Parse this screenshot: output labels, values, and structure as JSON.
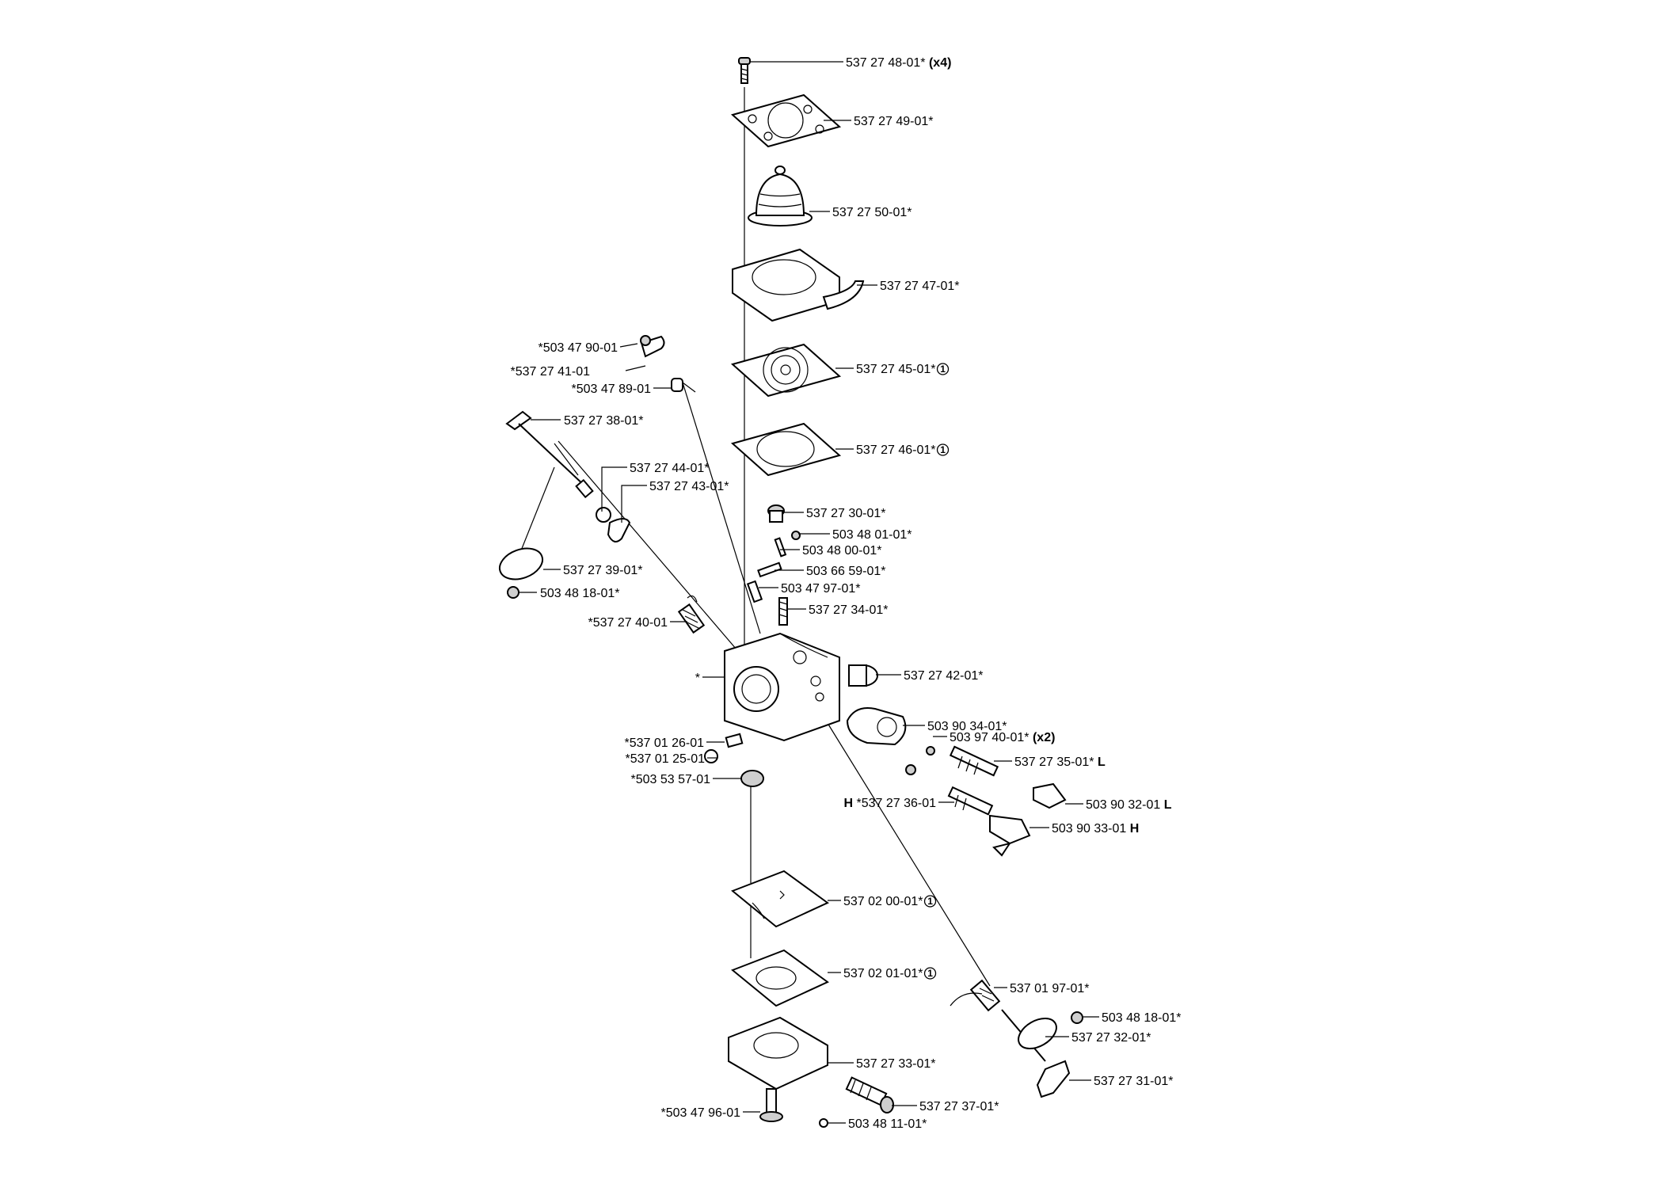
{
  "callouts": [
    {
      "id": "c1",
      "pre": "",
      "part": "537 27 48-01*",
      "suffix": "(x4)",
      "circled": ""
    },
    {
      "id": "c2",
      "pre": "",
      "part": "537 27 49-01*",
      "suffix": "",
      "circled": ""
    },
    {
      "id": "c3",
      "pre": "",
      "part": "537 27 50-01*",
      "suffix": "",
      "circled": ""
    },
    {
      "id": "c4",
      "pre": "",
      "part": "537 27 47-01*",
      "suffix": "",
      "circled": ""
    },
    {
      "id": "c5",
      "pre": "",
      "part": "537 27 45-01*",
      "suffix": "",
      "circled": "1"
    },
    {
      "id": "c6",
      "pre": "",
      "part": "537 27 46-01*",
      "suffix": "",
      "circled": "1"
    },
    {
      "id": "c7",
      "pre": "",
      "part": "*503 47 90-01",
      "suffix": "",
      "circled": ""
    },
    {
      "id": "c8",
      "pre": "",
      "part": "*537 27 41-01",
      "suffix": "",
      "circled": ""
    },
    {
      "id": "c9",
      "pre": "",
      "part": "*503 47 89-01",
      "suffix": "",
      "circled": ""
    },
    {
      "id": "c10",
      "pre": "",
      "part": "537 27 38-01*",
      "suffix": "",
      "circled": ""
    },
    {
      "id": "c11",
      "pre": "",
      "part": "537 27 44-01*",
      "suffix": "",
      "circled": ""
    },
    {
      "id": "c12",
      "pre": "",
      "part": "537 27 43-01*",
      "suffix": "",
      "circled": ""
    },
    {
      "id": "c13",
      "pre": "",
      "part": "537 27 30-01*",
      "suffix": "",
      "circled": ""
    },
    {
      "id": "c14",
      "pre": "",
      "part": "503 48 01-01*",
      "suffix": "",
      "circled": ""
    },
    {
      "id": "c15",
      "pre": "",
      "part": "503 48 00-01*",
      "suffix": "",
      "circled": ""
    },
    {
      "id": "c16",
      "pre": "",
      "part": "537 27 39-01*",
      "suffix": "",
      "circled": ""
    },
    {
      "id": "c17",
      "pre": "",
      "part": "503 66 59-01*",
      "suffix": "",
      "circled": ""
    },
    {
      "id": "c18",
      "pre": "",
      "part": "503 48 18-01*",
      "suffix": "",
      "circled": ""
    },
    {
      "id": "c19",
      "pre": "",
      "part": "503 47 97-01*",
      "suffix": "",
      "circled": ""
    },
    {
      "id": "c20",
      "pre": "",
      "part": "537 27 34-01*",
      "suffix": "",
      "circled": ""
    },
    {
      "id": "c21",
      "pre": "",
      "part": "*537 27 40-01",
      "suffix": "",
      "circled": ""
    },
    {
      "id": "c22",
      "pre": "",
      "part": "537 27 42-01*",
      "suffix": "",
      "circled": ""
    },
    {
      "id": "c23",
      "pre": "",
      "part": "*",
      "suffix": "",
      "circled": ""
    },
    {
      "id": "c24",
      "pre": "",
      "part": "503 90 34-01*",
      "suffix": "",
      "circled": ""
    },
    {
      "id": "c25",
      "pre": "",
      "part": "*537 01 26-01",
      "suffix": "",
      "circled": ""
    },
    {
      "id": "c26",
      "pre": "",
      "part": "503 97 40-01*",
      "suffix": "(x2)",
      "circled": ""
    },
    {
      "id": "c27",
      "pre": "",
      "part": "*537 01 25-01",
      "suffix": "",
      "circled": ""
    },
    {
      "id": "c28",
      "pre": "",
      "part": "537 27 35-01*",
      "suffix": "L",
      "circled": ""
    },
    {
      "id": "c29",
      "pre": "",
      "part": "*503 53 57-01",
      "suffix": "",
      "circled": ""
    },
    {
      "id": "c30",
      "pre": "",
      "part": "503 90 32-01",
      "suffix": "L",
      "circled": ""
    },
    {
      "id": "c31",
      "pre": "H",
      "part": "*537 27 36-01",
      "suffix": "",
      "circled": ""
    },
    {
      "id": "c32",
      "pre": "",
      "part": "503 90 33-01",
      "suffix": "H",
      "circled": ""
    },
    {
      "id": "c33",
      "pre": "",
      "part": "537 02 00-01*",
      "suffix": "",
      "circled": "1"
    },
    {
      "id": "c34",
      "pre": "",
      "part": "537 01 97-01*",
      "suffix": "",
      "circled": ""
    },
    {
      "id": "c35",
      "pre": "",
      "part": "537 02 01-01*",
      "suffix": "",
      "circled": "1"
    },
    {
      "id": "c36",
      "pre": "",
      "part": "503 48 18-01*",
      "suffix": "",
      "circled": ""
    },
    {
      "id": "c37",
      "pre": "",
      "part": "537 27 32-01*",
      "suffix": "",
      "circled": ""
    },
    {
      "id": "c38",
      "pre": "",
      "part": "537 27 33-01*",
      "suffix": "",
      "circled": ""
    },
    {
      "id": "c39",
      "pre": "",
      "part": "537 27 31-01*",
      "suffix": "",
      "circled": ""
    },
    {
      "id": "c40",
      "pre": "",
      "part": "537 27 37-01*",
      "suffix": "",
      "circled": ""
    },
    {
      "id": "c41",
      "pre": "",
      "part": "*503 47 96-01",
      "suffix": "",
      "circled": ""
    },
    {
      "id": "c42",
      "pre": "",
      "part": "503 48 11-01*",
      "suffix": "",
      "circled": ""
    }
  ]
}
